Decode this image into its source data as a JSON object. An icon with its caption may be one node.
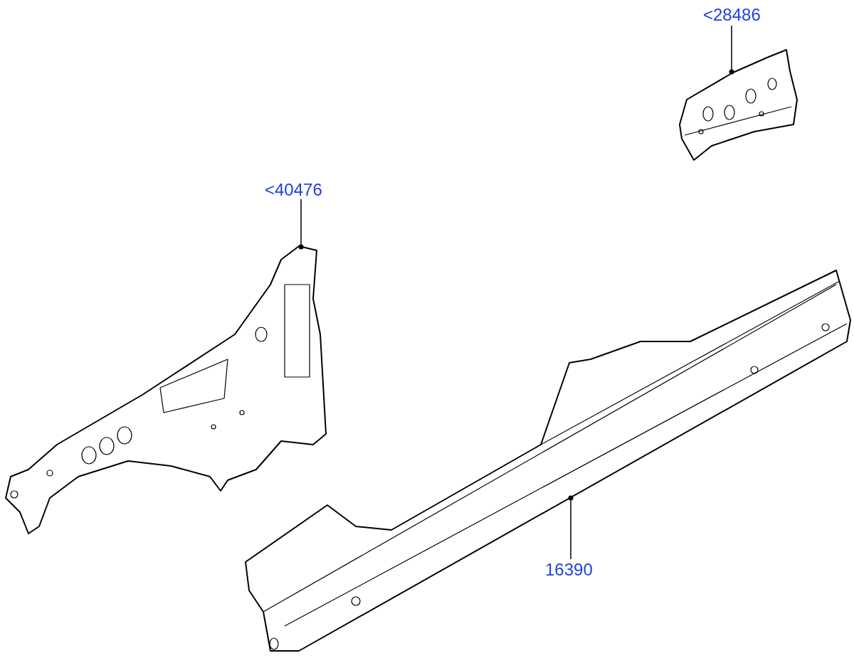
{
  "diagram": {
    "nodes": [
      {
        "text": [
          "<28486"
        ]
      },
      {
        "text": [],
        "shape": "picture"
      },
      {
        "text": [
          "<40476"
        ]
      },
      {
        "text": [],
        "shape": "picture"
      },
      {
        "text": [],
        "shape": "picture"
      },
      {
        "text": [
          "16390"
        ]
      }
    ],
    "edges": [
      {
        "from": 0,
        "to": 1,
        "arrow": "other"
      },
      {
        "from": 2,
        "to": 3,
        "arrow": "other"
      },
      {
        "from": 5,
        "to": 4,
        "arrow": "other"
      }
    ]
  }
}
